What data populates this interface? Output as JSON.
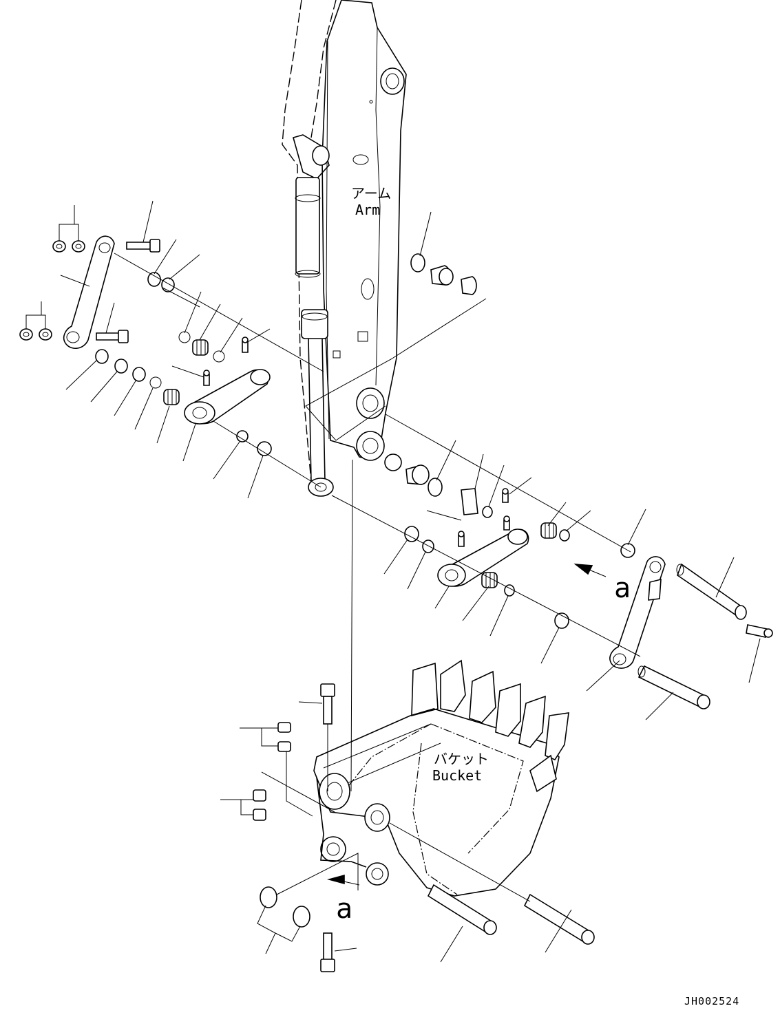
{
  "labels": {
    "arm_jp": "アーム",
    "arm_en": "Arm",
    "bucket_jp": "バケット",
    "bucket_en": "Bucket",
    "view_marker_upper": "a",
    "view_marker_lower": "a",
    "drawing_code": "JH002524"
  }
}
